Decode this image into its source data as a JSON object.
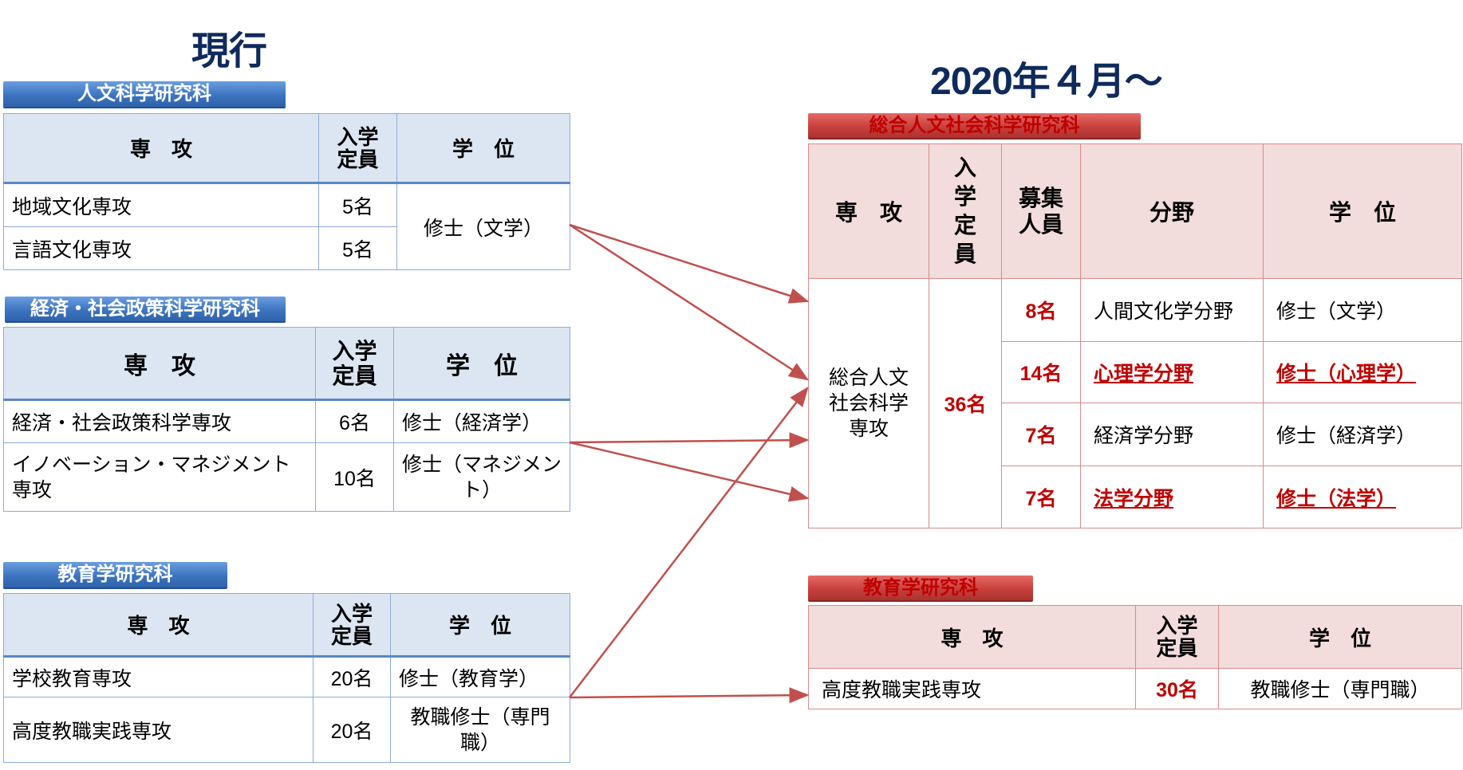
{
  "current": {
    "title": "現行",
    "jinbun": {
      "name": "人文科学研究科",
      "headers": [
        "専　攻",
        "入学定員",
        "学　位"
      ],
      "rows": [
        {
          "major": "地域文化専攻",
          "cap": "5名"
        },
        {
          "major": "言語文化専攻",
          "cap": "5名"
        }
      ],
      "degree": "修士（文学）"
    },
    "keizai": {
      "name": "経済・社会政策科学研究科",
      "headers": [
        "専　攻",
        "入学定員",
        "学　位"
      ],
      "rows": [
        {
          "major": "経済・社会政策科学専攻",
          "cap": "6名",
          "degree": "修士（経済学）"
        },
        {
          "major": "イノベーション・マネジメント専攻",
          "cap": "10名",
          "degree": "修士（マネジメント）"
        }
      ]
    },
    "kyoiku": {
      "name": "教育学研究科",
      "headers": [
        "専　攻",
        "入学定員",
        "学　位"
      ],
      "rows": [
        {
          "major": "学校教育専攻",
          "cap": "20名",
          "degree": "修士（教育学）"
        },
        {
          "major": "高度教職実践専攻",
          "cap": "20名",
          "degree": "教職修士（専門職）"
        }
      ]
    }
  },
  "future": {
    "title": "2020年４月～",
    "sogo": {
      "name": "総合人文社会科学研究科",
      "headers": [
        "専　攻",
        "入学定員",
        "募集人員",
        "分野",
        "学　位"
      ],
      "major": "総合人文社会科学専攻",
      "cap": "36名",
      "rows": [
        {
          "num": "8名",
          "field": "人間文化学分野",
          "degree": "修士（文学）"
        },
        {
          "num": "14名",
          "field": "心理学分野",
          "degree": "修士（心理学）"
        },
        {
          "num": "7名",
          "field": "経済学分野",
          "degree": "修士（経済学）"
        },
        {
          "num": "7名",
          "field": "法学分野",
          "degree": "修士（法学）"
        }
      ]
    },
    "kyoiku": {
      "name": "教育学研究科",
      "headers": [
        "専　攻",
        "入学定員",
        "学　位"
      ],
      "row": {
        "major": "高度教職実践専攻",
        "cap": "30名",
        "degree": "教職修士（専門職）"
      }
    }
  },
  "colors": {
    "navy": "#0f2a5c",
    "blue": "#3d74c0",
    "red": "#c8403c",
    "highlight": "#c00000",
    "arrow": "#c0504d"
  }
}
